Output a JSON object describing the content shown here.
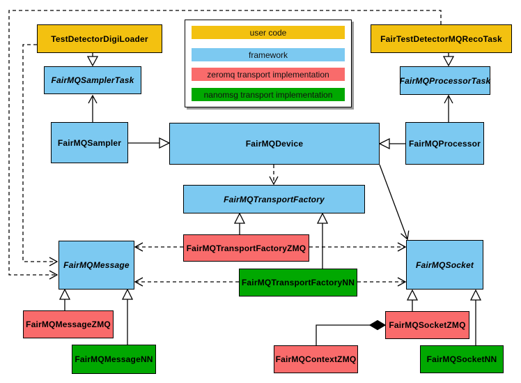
{
  "palette": {
    "user_code": "#F3C110",
    "framework": "#7CC9F1",
    "zeromq": "#F96B6B",
    "nanomsg": "#01A801",
    "border": "#000000",
    "background": "#FFFFFF"
  },
  "legend": {
    "items": [
      {
        "label": "user code",
        "type": "user_code"
      },
      {
        "label": "framework",
        "type": "framework"
      },
      {
        "label": "zeromq transport implementation",
        "type": "zeromq"
      },
      {
        "label": "nanomsg transport implementation",
        "type": "nanomsg"
      }
    ]
  },
  "nodes": {
    "digiLoader": {
      "label": "TestDetectorDigiLoader",
      "type": "user_code",
      "abstract": false
    },
    "samplerTask": {
      "label": "FairMQSamplerTask",
      "type": "framework",
      "abstract": true
    },
    "sampler": {
      "label": "FairMQSampler",
      "type": "framework",
      "abstract": false
    },
    "device": {
      "label": "FairMQDevice",
      "type": "framework",
      "abstract": false
    },
    "recoTask": {
      "label": "FairTestDetectorMQRecoTask",
      "type": "user_code",
      "abstract": false
    },
    "processorTask": {
      "label": "FairMQProcessorTask",
      "type": "framework",
      "abstract": true
    },
    "processor": {
      "label": "FairMQProcessor",
      "type": "framework",
      "abstract": false
    },
    "transportFactory": {
      "label": "FairMQTransportFactory",
      "type": "framework",
      "abstract": true
    },
    "transportFactoryZMQ": {
      "label": "FairMQTransportFactoryZMQ",
      "type": "zeromq",
      "abstract": false
    },
    "transportFactoryNN": {
      "label": "FairMQTransportFactoryNN",
      "type": "nanomsg",
      "abstract": false
    },
    "message": {
      "label": "FairMQMessage",
      "type": "framework",
      "abstract": true
    },
    "messageZMQ": {
      "label": "FairMQMessageZMQ",
      "type": "zeromq",
      "abstract": false
    },
    "messageNN": {
      "label": "FairMQMessageNN",
      "type": "nanomsg",
      "abstract": false
    },
    "socket": {
      "label": "FairMQSocket",
      "type": "framework",
      "abstract": true
    },
    "socketZMQ": {
      "label": "FairMQSocketZMQ",
      "type": "zeromq",
      "abstract": false
    },
    "socketNN": {
      "label": "FairMQSocketNN",
      "type": "nanomsg",
      "abstract": false
    },
    "contextZMQ": {
      "label": "FairMQContextZMQ",
      "type": "zeromq",
      "abstract": false
    }
  },
  "relations": [
    {
      "from": "TestDetectorDigiLoader",
      "to": "FairMQSamplerTask",
      "kind": "inheritance"
    },
    {
      "from": "FairTestDetectorMQRecoTask",
      "to": "FairMQProcessorTask",
      "kind": "inheritance"
    },
    {
      "from": "FairMQSampler",
      "to": "FairMQDevice",
      "kind": "inheritance"
    },
    {
      "from": "FairMQProcessor",
      "to": "FairMQDevice",
      "kind": "inheritance"
    },
    {
      "from": "FairMQSampler",
      "to": "FairMQSamplerTask",
      "kind": "association"
    },
    {
      "from": "FairMQProcessor",
      "to": "FairMQProcessorTask",
      "kind": "association"
    },
    {
      "from": "FairMQDevice",
      "to": "FairMQTransportFactory",
      "kind": "dependency"
    },
    {
      "from": "FairMQDevice",
      "to": "FairMQSocket",
      "kind": "association"
    },
    {
      "from": "FairMQTransportFactoryZMQ",
      "to": "FairMQTransportFactory",
      "kind": "inheritance"
    },
    {
      "from": "FairMQTransportFactoryNN",
      "to": "FairMQTransportFactory",
      "kind": "inheritance"
    },
    {
      "from": "FairMQTransportFactoryZMQ",
      "to": "FairMQMessage",
      "kind": "dependency"
    },
    {
      "from": "FairMQTransportFactoryZMQ",
      "to": "FairMQSocket",
      "kind": "dependency"
    },
    {
      "from": "FairMQTransportFactoryNN",
      "to": "FairMQMessage",
      "kind": "dependency"
    },
    {
      "from": "FairMQTransportFactoryNN",
      "to": "FairMQSocket",
      "kind": "dependency"
    },
    {
      "from": "FairMQMessageZMQ",
      "to": "FairMQMessage",
      "kind": "inheritance"
    },
    {
      "from": "FairMQMessageNN",
      "to": "FairMQMessage",
      "kind": "inheritance"
    },
    {
      "from": "FairMQSocketZMQ",
      "to": "FairMQSocket",
      "kind": "inheritance"
    },
    {
      "from": "FairMQSocketNN",
      "to": "FairMQSocket",
      "kind": "inheritance"
    },
    {
      "from": "TestDetectorDigiLoader",
      "to": "FairMQMessage",
      "kind": "dependency"
    },
    {
      "from": "FairTestDetectorMQRecoTask",
      "to": "FairMQMessage",
      "kind": "dependency"
    },
    {
      "from": "FairMQSocketZMQ",
      "to": "FairMQContextZMQ",
      "kind": "composition",
      "diamond_at": "FairMQSocketZMQ"
    }
  ]
}
